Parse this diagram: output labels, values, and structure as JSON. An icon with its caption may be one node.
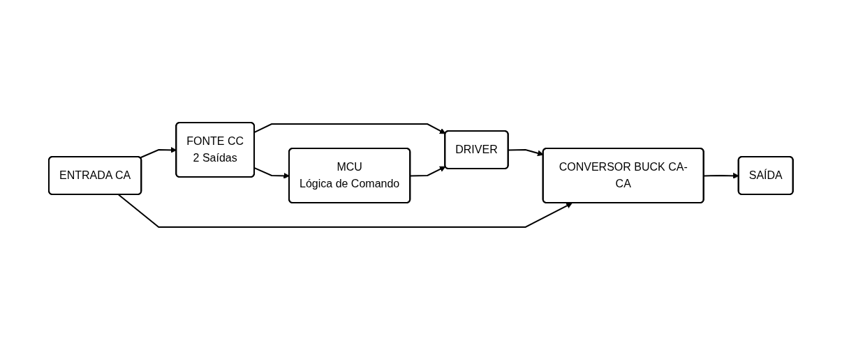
{
  "diagram": {
    "nodes": [
      {
        "text": [
          "ENTRADA CA"
        ]
      },
      {
        "text": [
          "FONTE CC",
          "2 Saídas"
        ]
      },
      {
        "text": [
          "MCU",
          "Lógica de Comando"
        ]
      },
      {
        "text": [
          "DRIVER"
        ]
      },
      {
        "text": [
          "CONVERSOR BUCK CA-CA"
        ]
      },
      {
        "text": [
          "SAÍDA"
        ]
      }
    ],
    "edges": [
      {
        "from": 0,
        "to": 1,
        "arrow": "to"
      },
      {
        "from": 1,
        "to": 2,
        "arrow": "to"
      },
      {
        "from": 1,
        "to": 3,
        "arrow": "to"
      },
      {
        "from": 2,
        "to": 3,
        "arrow": "to"
      },
      {
        "from": 3,
        "to": 4,
        "arrow": "to"
      },
      {
        "from": 0,
        "to": 4,
        "arrow": "to"
      },
      {
        "from": 4,
        "to": 5,
        "arrow": "to"
      }
    ]
  }
}
